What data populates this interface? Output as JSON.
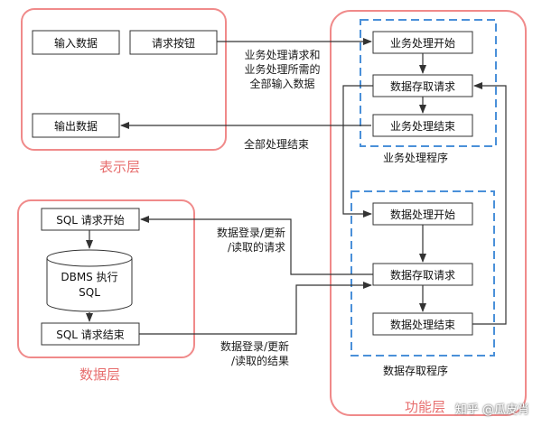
{
  "presentation_layer": {
    "title": "表示层",
    "input_data": "输入数据",
    "request_button": "请求按钮",
    "output_data": "输出数据"
  },
  "data_layer": {
    "title": "数据层",
    "sql_start": "SQL 请求开始",
    "dbms_line1": "DBMS 执行",
    "dbms_line2": "SQL",
    "sql_end": "SQL 请求结束"
  },
  "function_layer": {
    "title": "功能层",
    "business": {
      "caption": "业务处理程序",
      "start": "业务处理开始",
      "access": "数据存取请求",
      "end": "业务处理结束"
    },
    "data_access": {
      "caption": "数据存取程序",
      "start": "数据处理开始",
      "access": "数据存取请求",
      "end": "数据处理结束"
    }
  },
  "labels": {
    "request_line1": "业务处理请求和",
    "request_line2": "业务处理所需的",
    "request_line3": "全部输入数据",
    "all_done": "全部处理结束",
    "login_line1": "数据登录/更新",
    "login_line2": "/读取的请求",
    "result_line1": "数据登录/更新",
    "result_line2": "/读取的结果"
  },
  "colors": {
    "layer_border": "#f08a8a",
    "layer_title": "#e76f6f",
    "dashed_border": "#4a90d9",
    "box_border": "#333333",
    "arrow": "#333333"
  },
  "watermark": "知乎 @瓜皮肖"
}
